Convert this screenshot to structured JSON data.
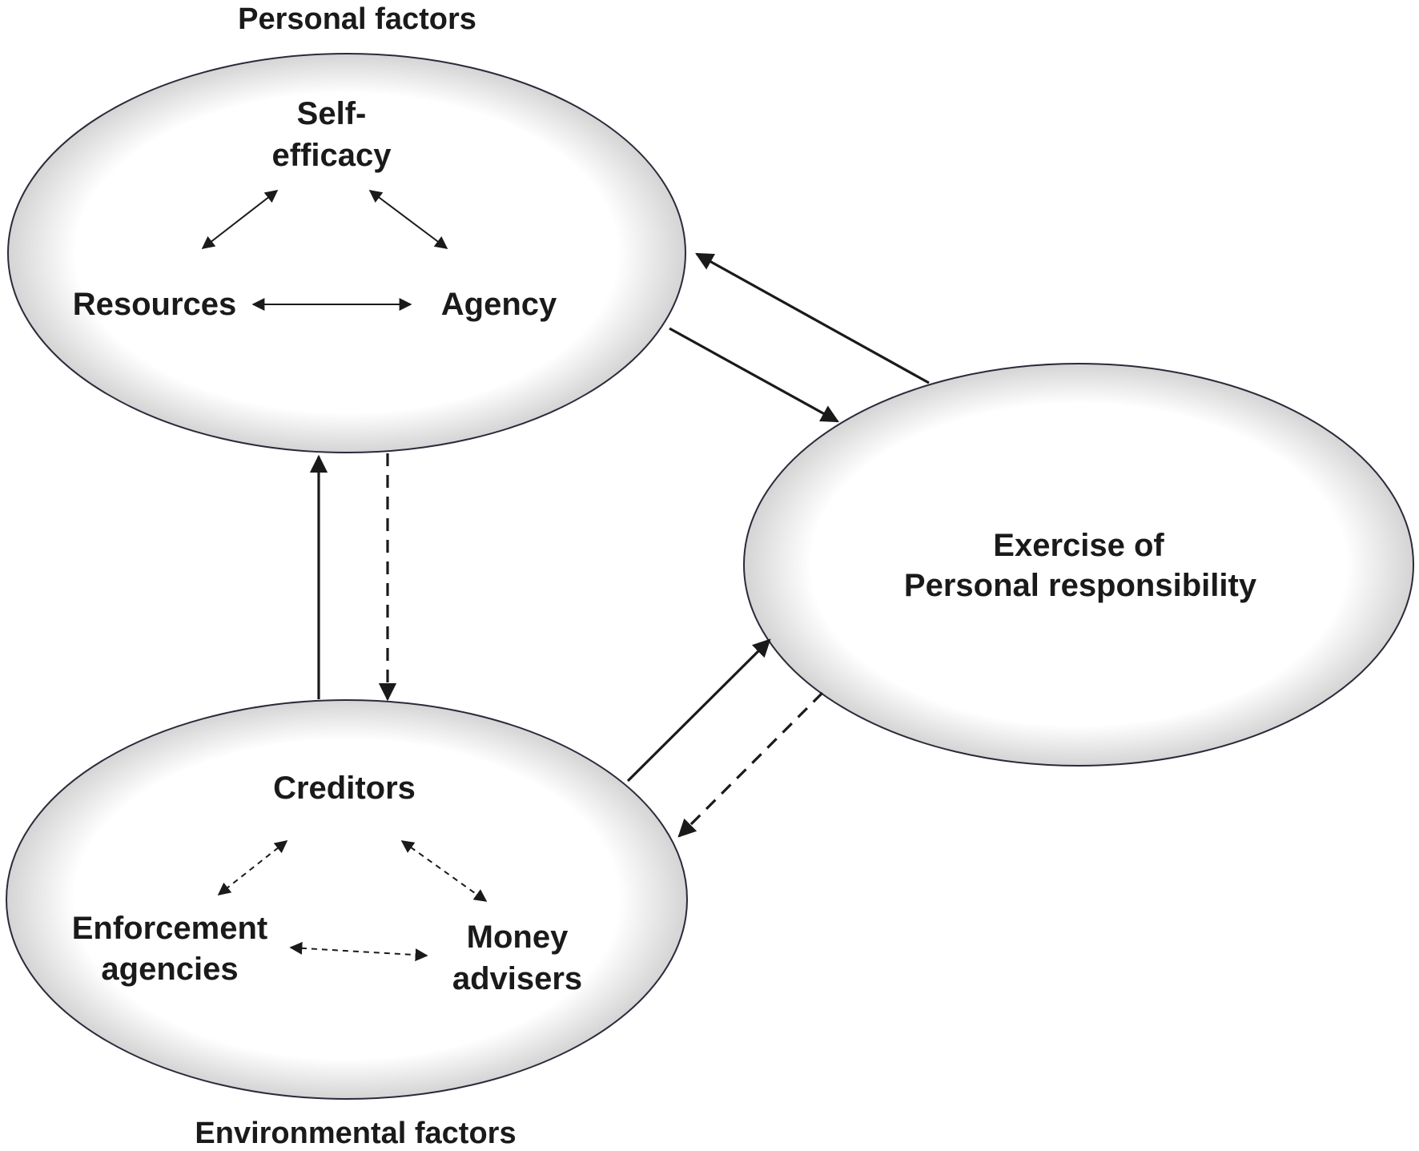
{
  "diagram": {
    "personal": {
      "heading": "Personal factors",
      "self_efficacy": [
        "Self-",
        "efficacy"
      ],
      "resources": "Resources",
      "agency": "Agency"
    },
    "exercise": {
      "label": [
        "Exercise of",
        "Personal responsibility"
      ]
    },
    "environmental": {
      "heading": "Environmental factors",
      "creditors": "Creditors",
      "enforcement": [
        "Enforcement",
        "agencies"
      ],
      "money_advisers": [
        "Money",
        "advisers"
      ]
    },
    "colors": {
      "ellipse_stroke": "#2a2a3a",
      "ellipse_fill_edge": "#c8c8c8",
      "arrow": "#1a1a1a"
    }
  }
}
